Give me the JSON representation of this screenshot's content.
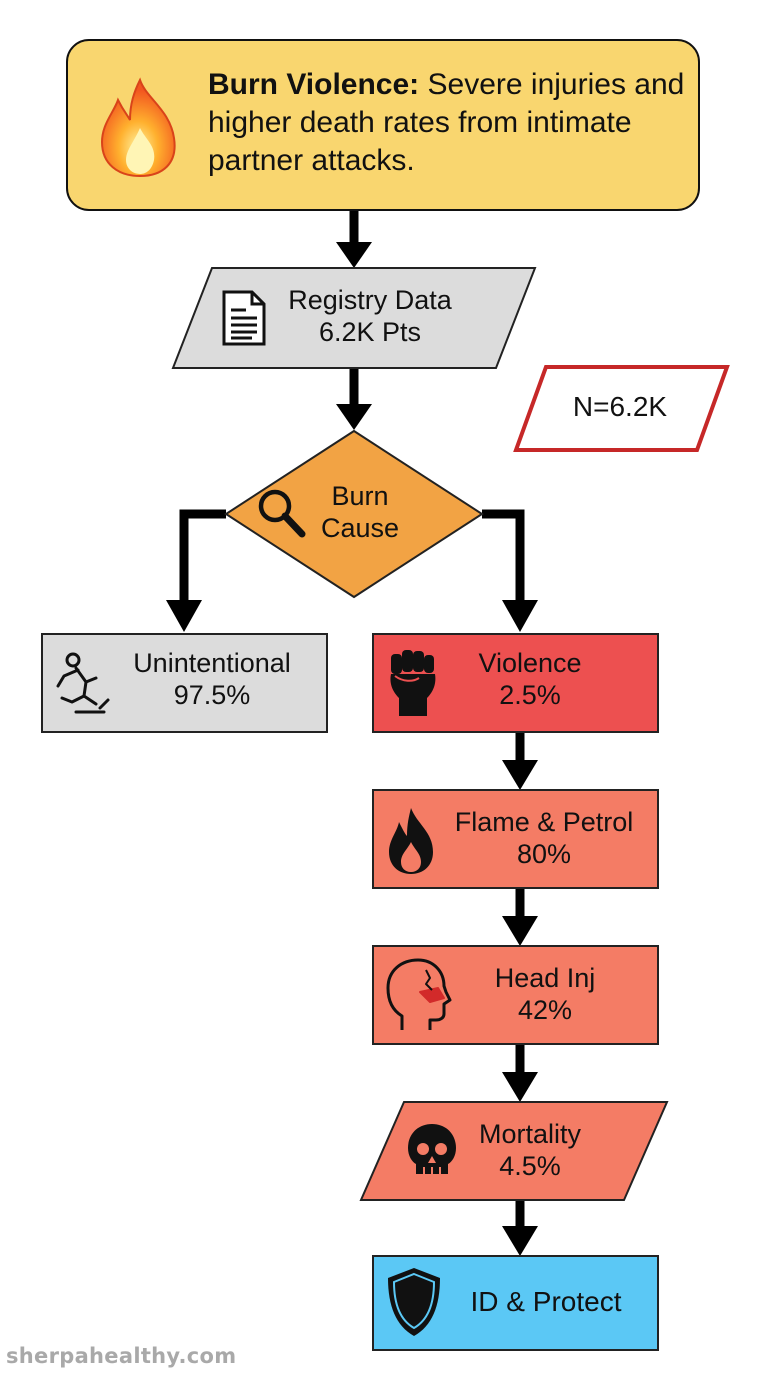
{
  "header": {
    "title": "Burn Violence:",
    "text": "Severe injuries and higher death rates from intimate partner attacks."
  },
  "nodes": {
    "registry": {
      "line1": "Registry Data",
      "line2": "6.2K Pts"
    },
    "sample_size": {
      "label": "N=6.2K"
    },
    "decision": {
      "line1": "Burn",
      "line2": "Cause"
    },
    "unintentional": {
      "line1": "Unintentional",
      "line2": "97.5%"
    },
    "violence": {
      "line1": "Violence",
      "line2": "2.5%"
    },
    "flame": {
      "line1": "Flame & Petrol",
      "line2": "80%"
    },
    "head": {
      "line1": "Head Inj",
      "line2": "42%"
    },
    "mortality": {
      "line1": "Mortality",
      "line2": "4.5%"
    },
    "protect": {
      "label": "ID & Protect"
    }
  },
  "icons": {
    "banner": "fire-icon",
    "registry": "document-icon",
    "decision": "magnifier-icon",
    "unintentional": "falling-person-icon",
    "violence": "fist-icon",
    "flame": "flame-icon",
    "head": "head-injury-icon",
    "mortality": "skull-icon",
    "protect": "shield-icon"
  },
  "colors": {
    "banner": "#f9d66f",
    "registry": "#dcdcdc",
    "decision": "#f2a344",
    "unintentional": "#dcdcdc",
    "violence": "#ed5050",
    "flame": "#f47c65",
    "head": "#f47c65",
    "mortality": "#f47c65",
    "protect": "#5bc8f5",
    "sample_border": "#c62828"
  },
  "watermark": "sherpahealthy.com"
}
